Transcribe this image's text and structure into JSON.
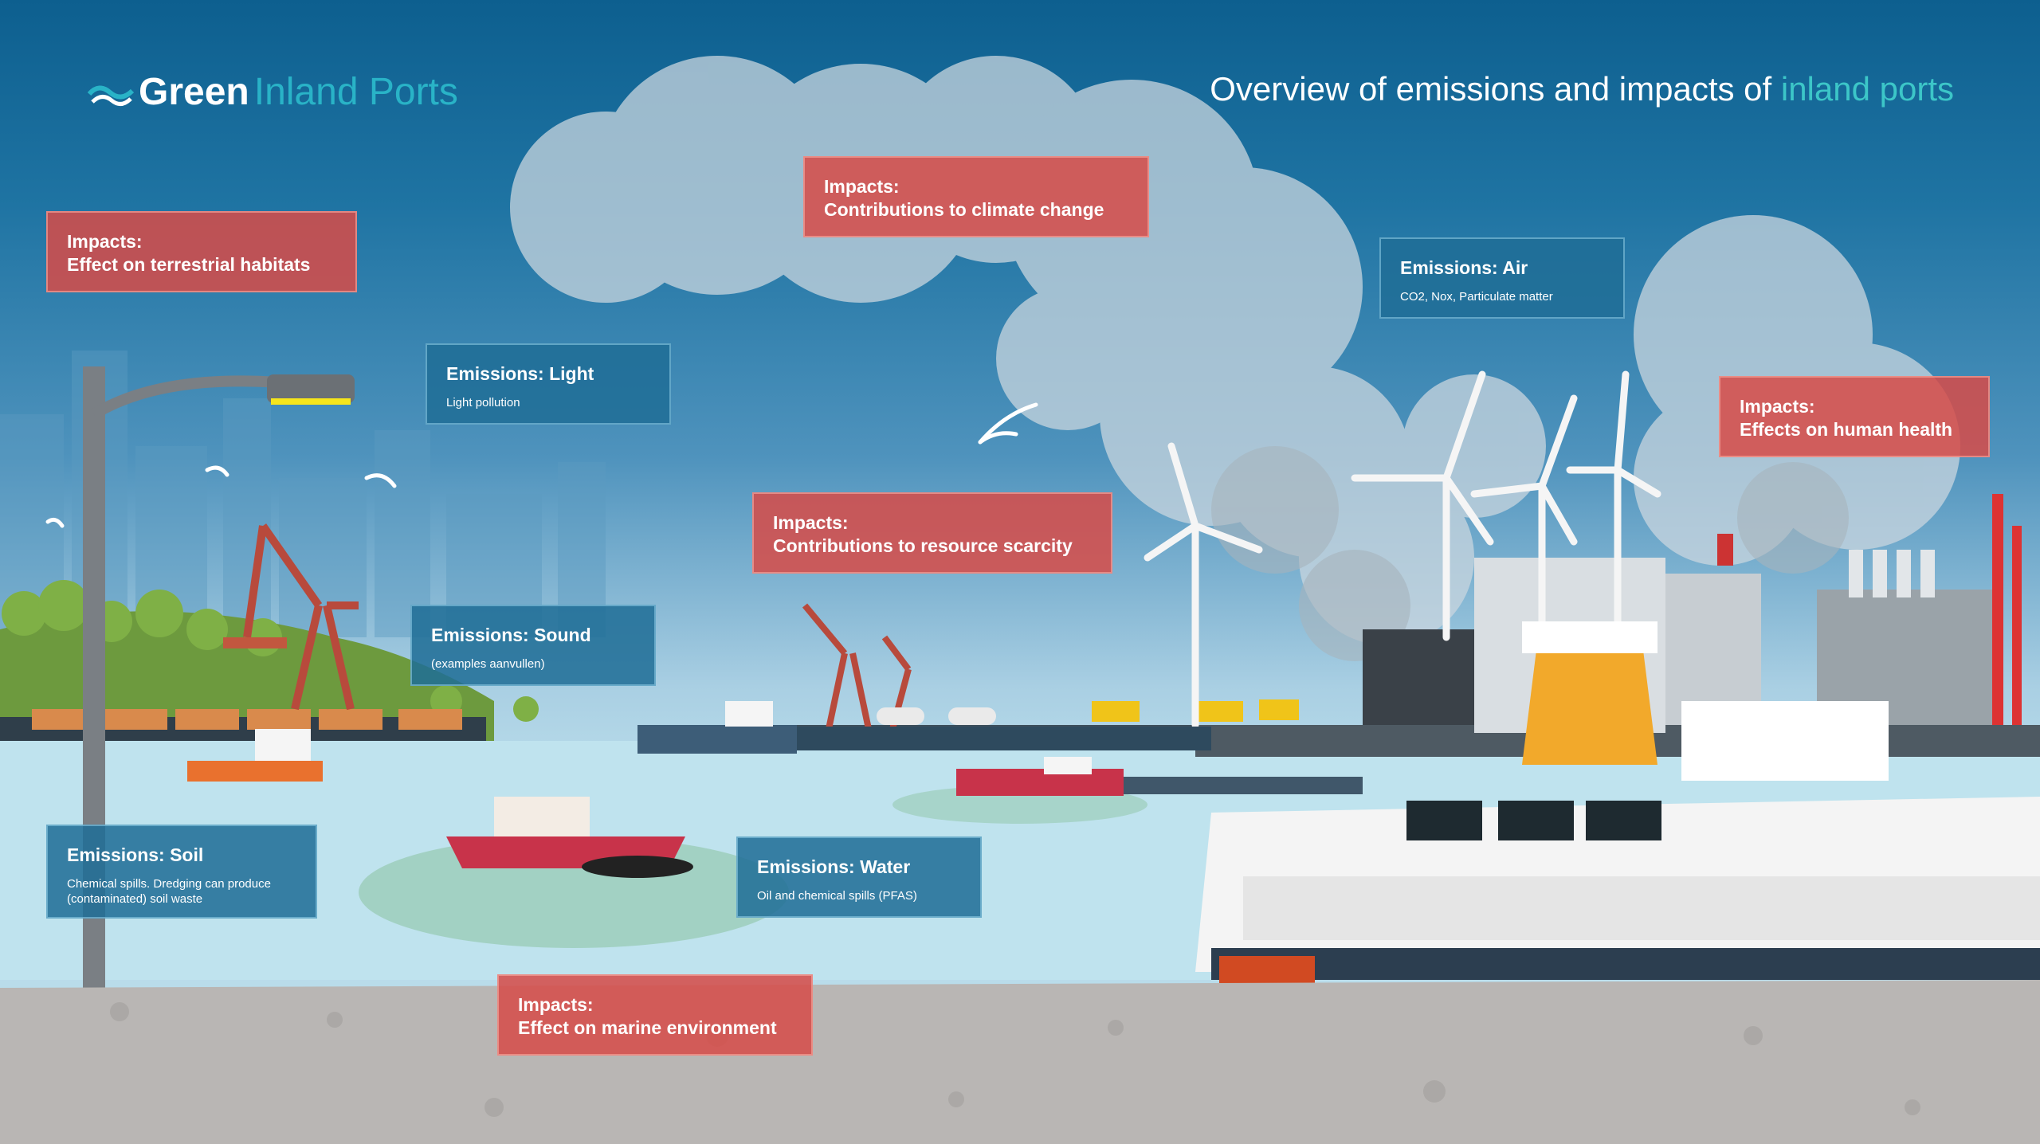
{
  "logo": {
    "word1": "Green",
    "word2": "Inland Ports"
  },
  "header": {
    "title_main": "Overview of emissions and impacts of",
    "title_highlight": "inland ports"
  },
  "impacts": [
    {
      "key": "terrestrial",
      "label": "Impacts:",
      "text": "Effect on terrestrial habitats"
    },
    {
      "key": "climate",
      "label": "Impacts:",
      "text": "Contributions to climate change"
    },
    {
      "key": "resource",
      "label": "Impacts:",
      "text": "Contributions to resource scarcity"
    },
    {
      "key": "health",
      "label": "Impacts:",
      "text": "Effects on human health"
    },
    {
      "key": "marine",
      "label": "Impacts:",
      "text": "Effect on marine environment"
    }
  ],
  "emissions": [
    {
      "key": "light",
      "title": "Emissions: Light",
      "sub": "Light pollution"
    },
    {
      "key": "air",
      "title": "Emissions: Air",
      "sub": "CO2, Nox, Particulate matter"
    },
    {
      "key": "sound",
      "title": "Emissions: Sound",
      "sub": "(examples aanvullen)"
    },
    {
      "key": "soil",
      "title": "Emissions: Soil",
      "sub": "Chemical spills. Dredging can produce (contaminated) soil waste"
    },
    {
      "key": "water",
      "title": "Emissions: Water",
      "sub": "Oil and chemical spills (PFAS)"
    }
  ],
  "colors": {
    "impact": "#d64c48",
    "emission": "#1f6e96",
    "accent": "#29b3c7",
    "sky_top": "#0d5f8f"
  },
  "icons": [
    "wave-logo-icon",
    "seagull-icon",
    "wind-turbine-icon",
    "crane-icon",
    "street-lamp-icon",
    "ferry-icon",
    "factory-icon",
    "excavator-icon"
  ]
}
